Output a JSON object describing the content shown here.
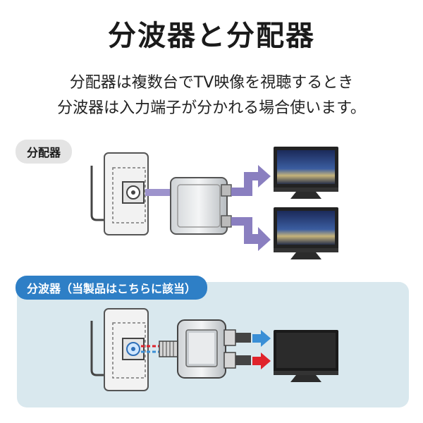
{
  "title": "分波器と分配器",
  "description": {
    "line1": "分配器は複数台でTV映像を視聴するとき",
    "line2": "分波器は入力端子が分かれる場合使います。"
  },
  "splitter_section": {
    "label": "分配器"
  },
  "diplexer_section": {
    "label": "分波器（当製品はこちらに該当）"
  },
  "colors": {
    "arrow_purple": "#8a7fc0",
    "arrow_blue": "#3a8fd6",
    "arrow_red": "#e0232b",
    "panel_bg": "#d9e8ee",
    "label_blue": "#2e7fc6"
  }
}
